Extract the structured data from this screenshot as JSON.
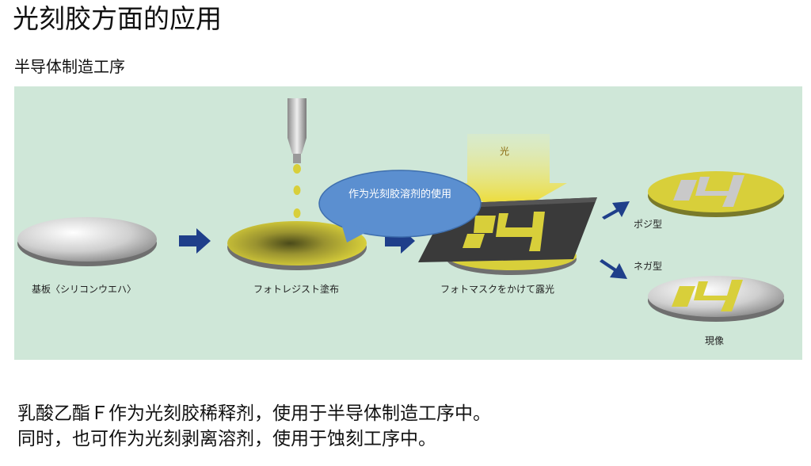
{
  "header": {
    "title": "光刻胶方面的应用",
    "subtitle": "半导体制造工序"
  },
  "diagram": {
    "light_label": "光",
    "bubble_text": "作为光刻胶溶剂的使用",
    "steps": [
      {
        "label": "基板〈シリコンウエハ〉"
      },
      {
        "label": "フォトレジスト塗布"
      },
      {
        "label": "フォトマスクをかけて露光"
      }
    ],
    "branches": [
      {
        "label": "ポジ型"
      },
      {
        "label": "ネガ型"
      }
    ],
    "result_label": "現像",
    "colors": {
      "background": "#cfe7d8",
      "resist_yellow": "#d8cf3a",
      "arrow_blue": "#1f3f8a",
      "bubble_blue": "#5b8fd0",
      "mask_dark": "#3a3a3a"
    }
  },
  "body": {
    "line1": "乳酸乙酯Ｆ作为光刻胶稀释剂，使用于半导体制造工序中。",
    "line2": "同时，也可作为光刻剥离溶剂，使用于蚀刻工序中。"
  }
}
